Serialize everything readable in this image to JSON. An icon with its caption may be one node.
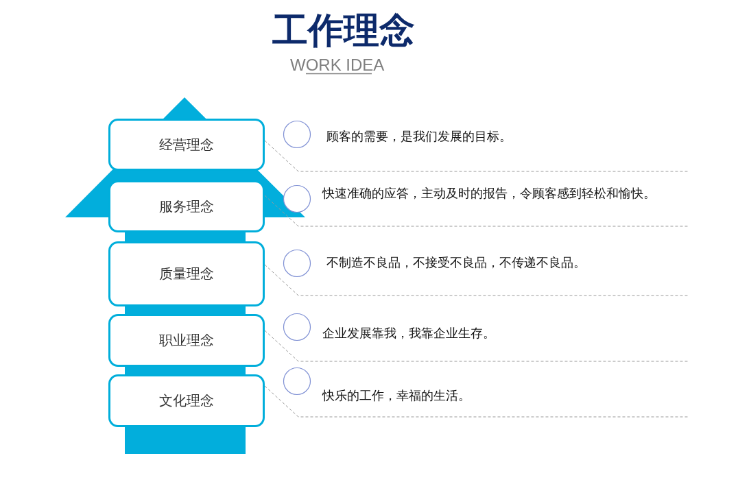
{
  "diagram": {
    "title": "工作理念",
    "nodes": [
      {
        "text": [
          "经营理念"
        ]
      },
      {
        "text": [
          "服务理念"
        ]
      },
      {
        "text": [
          "质量理念"
        ]
      },
      {
        "text": [
          "职业理念"
        ]
      },
      {
        "text": [
          "文化理念"
        ]
      }
    ],
    "edges": [
      {
        "from": 0,
        "to": null,
        "arrow": "none",
        "style": "dashed"
      },
      {
        "from": 1,
        "to": null,
        "arrow": "none",
        "style": "dashed"
      },
      {
        "from": 2,
        "to": null,
        "arrow": "none",
        "style": "dashed"
      },
      {
        "from": 3,
        "to": null,
        "arrow": "none",
        "style": "dashed"
      },
      {
        "from": 4,
        "to": null,
        "arrow": "none",
        "style": "dashed"
      }
    ],
    "labels": [
      "WORK IDEA",
      "顾客的需要，是我们发展的目标。",
      "快速准确的应答，主动及时的报告，令顾客感到轻松和愉快。",
      "不制造不良品，不接受不良品，不传递不良品。",
      "企业发展靠我，我靠企业生存。",
      "快乐的工作，幸福的生活。"
    ]
  }
}
